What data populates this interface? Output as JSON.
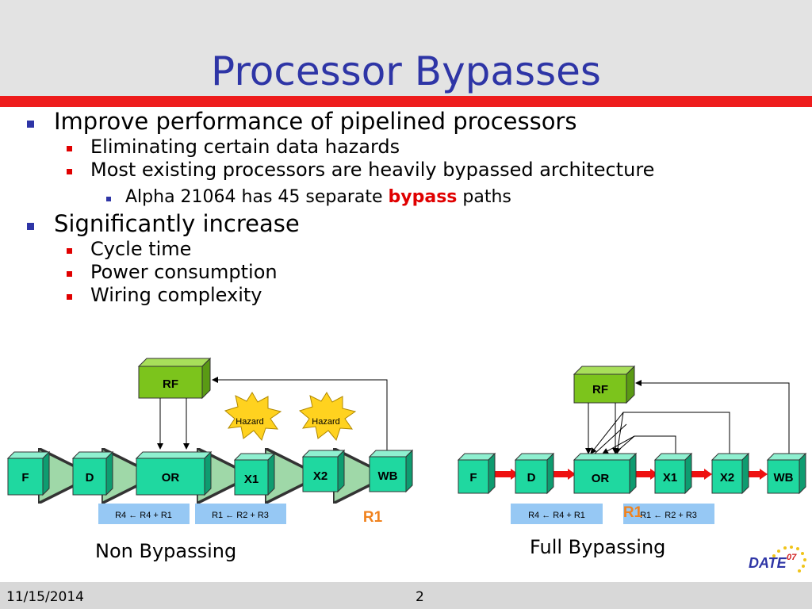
{
  "slide": {
    "title": "Processor Bypasses",
    "bullets": {
      "b1": "Improve performance of pipelined processors",
      "b1_1": "Eliminating certain data hazards",
      "b1_2": "Most existing processors are heavily bypassed architecture",
      "b1_2_1_pre": "Alpha 21064  has 45 separate ",
      "b1_2_1_hl": "bypass",
      "b1_2_1_post": " paths",
      "b2": "Significantly increase",
      "b2_1": "Cycle time",
      "b2_2": "Power consumption",
      "b2_3": "Wiring complexity"
    },
    "footer": {
      "date": "11/15/2014",
      "page": "2"
    },
    "logo": {
      "text": "DATE",
      "sup": "07"
    }
  },
  "diagram": {
    "left": {
      "caption": "Non Bypassing",
      "stages": {
        "rf": "RF",
        "f": "F",
        "d": "D",
        "or": "OR",
        "x1": "X1",
        "x2": "X2",
        "wb": "WB"
      },
      "hazards": [
        "Hazard",
        "Hazard"
      ],
      "instr1": "R4 ← R4 + R1",
      "instr2": "R1 ← R2 + R3",
      "reg": "R1"
    },
    "right": {
      "caption": "Full Bypassing",
      "stages": {
        "rf": "RF",
        "f": "F",
        "d": "D",
        "or": "OR",
        "x1": "X1",
        "x2": "X2",
        "wb": "WB"
      },
      "instr1": "R4 ← R4 + R1",
      "instr2": "R1 ← R2 + R3",
      "reg": "R1"
    },
    "colors": {
      "stage": "#1fd8a0",
      "rf": "#7cc41c",
      "hazard": "#ffd21f",
      "instr_box": "#96c8f4",
      "reg_label": "#f0821e",
      "bypass_arrow": "#ee1111",
      "plain_arrow": "#9fd8a8"
    }
  }
}
